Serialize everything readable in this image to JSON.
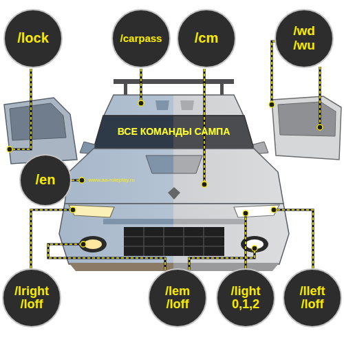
{
  "diagram": {
    "nodes": [
      {
        "text": [
          "/lock"
        ]
      },
      {
        "text": [
          "/carpass"
        ]
      },
      {
        "text": [
          "/cm"
        ]
      },
      {
        "text": [
          "/wd /wu"
        ]
      },
      {
        "text": [
          "/en"
        ]
      },
      {
        "text": [
          "/lright /loff"
        ]
      },
      {
        "text": [
          "/lem /loff"
        ]
      },
      {
        "text": [
          "/light 0,1,2"
        ]
      },
      {
        "text": [
          "/lleft /loff"
        ]
      }
    ],
    "labels": [
      "ВСЕ КОМАНДЫ САМПА",
      "www.aa-roleplay.ru"
    ]
  }
}
